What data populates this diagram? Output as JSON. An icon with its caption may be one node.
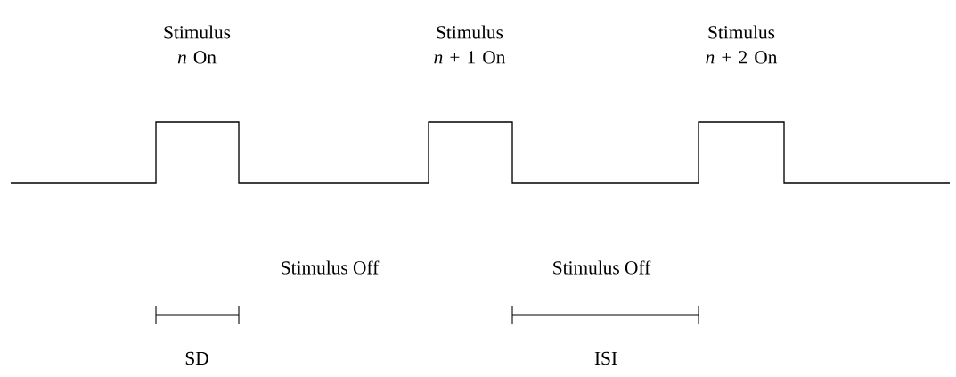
{
  "diagram": {
    "labels": [
      "Stimulus *n* On",
      "Stimulus *n* + 1 On",
      "Stimulus *n* + 2 On",
      "Stimulus Off",
      "Stimulus Off",
      "SD",
      "ISI"
    ]
  }
}
